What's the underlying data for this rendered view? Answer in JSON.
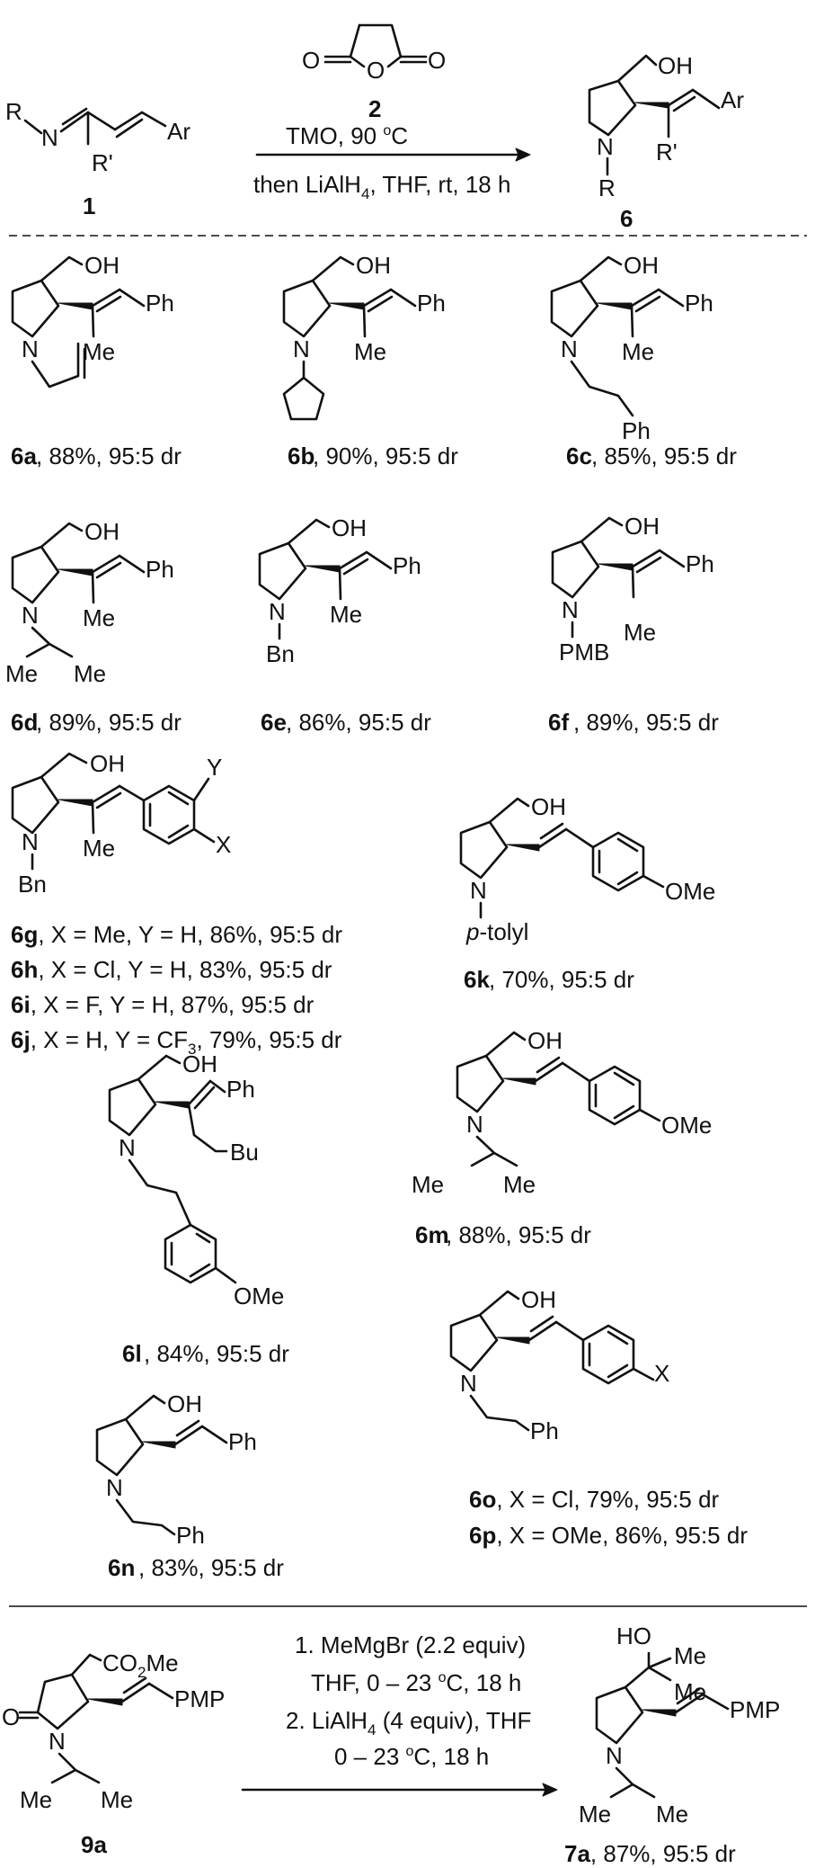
{
  "header": {
    "reactant_1": "1",
    "reactant_1_R": "R",
    "reactant_1_N": "N",
    "reactant_1_Rp": "R'",
    "reactant_1_Ar": "Ar",
    "reactant_2": "2",
    "reactant_2_O": "O",
    "cond_1_pre": "TMO, 90 ",
    "cond_1_deg": "o",
    "cond_1_unit": "C",
    "cond_2_pre": "then LiAlH",
    "cond_2_sub": "4",
    "cond_2_post": ", THF, rt, 18 h",
    "product": "6",
    "product_OH": "OH",
    "product_Ar": "Ar",
    "product_N": "N",
    "product_R": "R",
    "product_Rp": "R'"
  },
  "products": [
    {
      "id": "6a",
      "rest": ", 88%, 95:5 dr",
      "OH": "OH",
      "N": "N",
      "Ph": "Ph",
      "Me": "Me"
    },
    {
      "id": "6b",
      "rest": ", 90%, 95:5 dr",
      "OH": "OH",
      "N": "N",
      "Ph": "Ph",
      "Me": "Me"
    },
    {
      "id": "6c",
      "rest": ", 85%, 95:5 dr",
      "OH": "OH",
      "N": "N",
      "Ph": "Ph",
      "Me": "Me",
      "Ph2": "Ph"
    },
    {
      "id": "6d",
      "rest": ", 89%, 95:5 dr",
      "OH": "OH",
      "N": "N",
      "Ph": "Ph",
      "Me": "Me",
      "MeA": "Me",
      "MeB": "Me"
    },
    {
      "id": "6e",
      "rest": ", 86%, 95:5 dr",
      "OH": "OH",
      "N": "N",
      "Ph": "Ph",
      "Me": "Me",
      "Bn": "Bn"
    },
    {
      "id": "6f",
      "rest": ", 89%, 95:5 dr",
      "OH": "OH",
      "N": "N",
      "Ph": "Ph",
      "Me": "Me",
      "PMB": "PMB"
    }
  ],
  "group_g": {
    "OH": "OH",
    "N": "N",
    "Bn": "Bn",
    "Me": "Me",
    "X": "X",
    "Y": "Y",
    "rows": [
      {
        "id": "6g",
        "rest": ", X = Me, Y = H, 86%, 95:5 dr"
      },
      {
        "id": "6h",
        "rest": ", X = Cl, Y = H, 83%, 95:5 dr"
      },
      {
        "id": "6i",
        "rest": ", X = F, Y = H, 87%, 95:5 dr"
      },
      {
        "id": "6j",
        "rest": ", X = H, Y = CF",
        "sub": "3",
        "rest2": ", 79%, 95:5 dr"
      }
    ]
  },
  "p6k": {
    "id": "6k",
    "rest": ", 70%, 95:5 dr",
    "OH": "OH",
    "N": "N",
    "p": "p",
    "tolyl": "-tolyl",
    "OMe": "OMe"
  },
  "p6l": {
    "id": "6l",
    "rest": ", 84%, 95:5 dr",
    "OH": "OH",
    "N": "N",
    "Ph": "Ph",
    "Bu": "Bu",
    "OMe": "OMe"
  },
  "p6m": {
    "id": "6m",
    "rest": ", 88%, 95:5 dr",
    "OH": "OH",
    "N": "N",
    "OMe": "OMe",
    "MeA": "Me",
    "MeB": "Me"
  },
  "p6n": {
    "id": "6n",
    "rest": ", 83%, 95:5 dr",
    "OH": "OH",
    "N": "N",
    "Ph": "Ph",
    "Ph2": "Ph"
  },
  "p6op": {
    "OH": "OH",
    "N": "N",
    "Ph": "Ph",
    "X": "X",
    "rows": [
      {
        "id": "6o",
        "rest": ", X = Cl, 79%, 95:5 dr"
      },
      {
        "id": "6p",
        "rest": ", X = OMe, 86%, 95:5 dr"
      }
    ]
  },
  "bottom": {
    "sm": "9a",
    "O": "O",
    "N": "N",
    "CO2Me_a": "CO",
    "CO2Me_sub": "2",
    "CO2Me_b": "Me",
    "PMP": "PMP",
    "MeA": "Me",
    "MeB": "Me",
    "step1": "1. MeMgBr (2.2 equiv)",
    "step1b_pre": "THF, 0 – 23 ",
    "step1b_deg": "o",
    "step1b_post": "C, 18 h",
    "step2_pre": "2. LiAlH",
    "step2_sub": "4",
    "step2_post": " (4 equiv), THF",
    "step2b_pre": "0 – 23 ",
    "step2b_deg": "o",
    "step2b_post": "C, 18 h",
    "product_id": "7a",
    "product_rest": ", 87%, 95:5 dr",
    "HO": "HO",
    "pMe1": "Me",
    "pMe2": "Me",
    "pN": "N",
    "pPMP": "PMP",
    "pMeA": "Me",
    "pMeB": "Me"
  }
}
